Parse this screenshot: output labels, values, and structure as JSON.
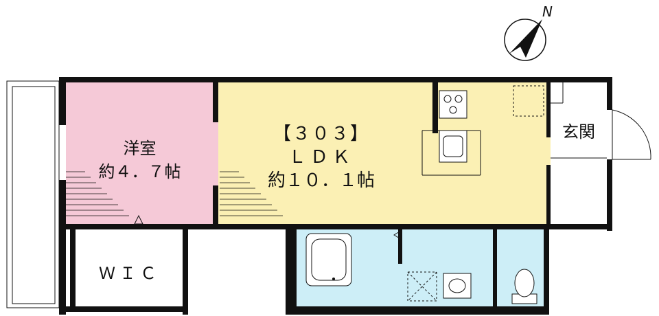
{
  "floorplan": {
    "unit_number": "【３０３】",
    "compass": {
      "label": "N"
    },
    "rooms": {
      "western_room": {
        "name": "洋室",
        "area": "約４．７帖",
        "color": "#f5c9d7"
      },
      "ldk": {
        "name": "ＬＤＫ",
        "area": "約１０．１帖",
        "color": "#fbf0b4"
      },
      "entrance": {
        "name": "玄関"
      },
      "wic": {
        "name": "ＷＩＣ"
      },
      "wet_area": {
        "color": "#cdeef7"
      }
    },
    "wall_color": "#111111"
  }
}
